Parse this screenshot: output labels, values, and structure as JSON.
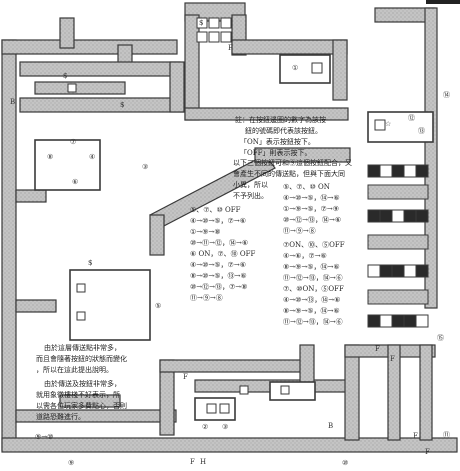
{
  "notes": {
    "note_top": [
      "註：在按鈕邊圈的數字為該按",
      "鈕的號碼即代表該按鈕。",
      "「ON」表示按鈕按下。",
      "「OFF」則表示按下。"
    ],
    "note_combo": [
      "以下三個按鈕可和⑨這個按鈕配合，又",
      "會產生不同的傳送點，但與下面大同",
      "小異，所以",
      "不予列出。"
    ],
    "note_bottom_1": [
      "由於這層傳送點非常多，",
      "而且會隨著按鈕的狀態而變化",
      "，所以在這此提出說明。"
    ],
    "note_bottom_2": [
      "由於傳送及按鈕非常多，",
      "就用象徵樓棧不好表示，所",
      "以需各位玩家多費點心，否則",
      "道路恐難進行。"
    ]
  },
  "routes": {
    "mid": [
      "⑤、⑦、⑩ OFF",
      "④→⑩→⑤，⑦→⑥",
      "①→⑨→⑧",
      "⑩→⑪→⑫，⑭→⑥",
      "⑥ ON，⑦、⑩ OFF",
      "④→⑩→⑤，⑦→⑥",
      "⑧→⑩→⑤，⑬→⑥",
      "⑩→⑫→⑬，⑦→⑧",
      "⑪→⑨→⑧"
    ],
    "right_top": [
      "⑤、⑦、⑩ ON",
      "④→⑩→⑤，⑭→⑥",
      "①→⑨→⑤，⑦→⑨",
      "⑩→⑫→⑬，⑭→⑥",
      "⑪→⑨→⑧"
    ],
    "right_bottom": [
      "⑦ON、⑩、⑤OFF",
      "④→⑥，⑦→⑥",
      "⑧→⑨→⑤，⑭→⑥",
      "⑪→⑫→⑬，⑭→⑥",
      "⑦、⑩ON，⑤OFF",
      "④→⑩→⑬，⑭→⑥",
      "⑧→⑨→⑤，⑭→⑥",
      "⑪→⑫→⑬，⑭→⑥"
    ],
    "bottom_left": "⑨→⑩"
  },
  "map_labels": {
    "n1": "①",
    "n2": "②",
    "n3": "③",
    "n4": "④",
    "n5": "⑤",
    "n6": "⑥",
    "n7": "⑦",
    "n8": "⑧",
    "n9": "⑨",
    "n10": "⑩",
    "n11": "⑪",
    "n12": "⑫",
    "n13": "⑬",
    "n14": "⑭",
    "n15": "⑮",
    "dollar": "$",
    "F": "F",
    "B": "B",
    "H": "H",
    "star": "☆"
  },
  "colors": {
    "corridor": "#b9b9b9",
    "outline": "#3a3a3a",
    "dark_tile": "#2a2a2a",
    "paper": "#ffffff"
  }
}
